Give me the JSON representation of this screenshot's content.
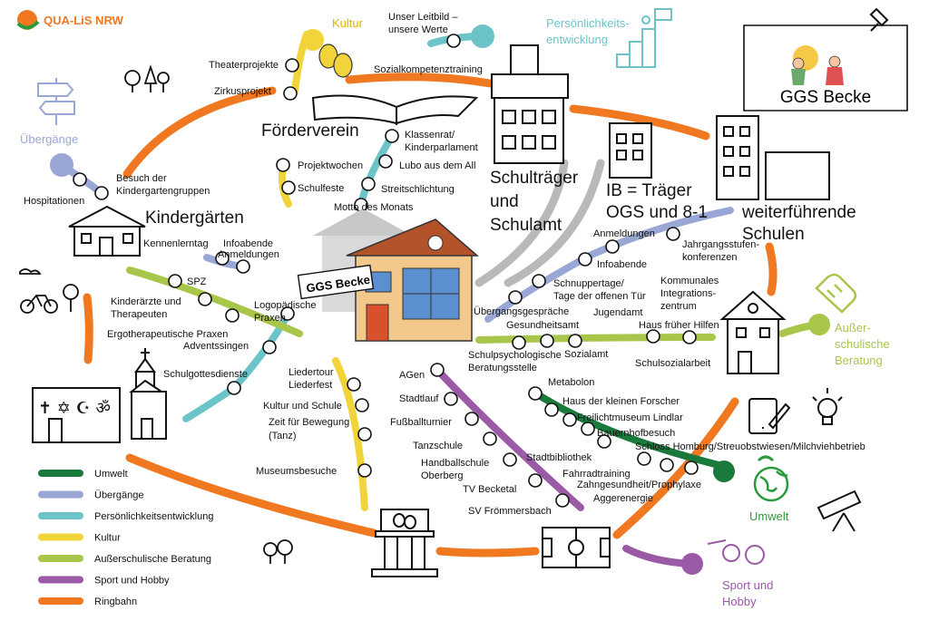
{
  "logo": {
    "text": "QUA-LiS NRW"
  },
  "colors": {
    "umwelt": "#1a7a3c",
    "uebergaenge": "#9aa6d6",
    "persoenlichkeit": "#6cc4c8",
    "kultur": "#f1d43a",
    "beratung": "#a8c64a",
    "sport": "#9a5aa6",
    "ringbahn": "#f07820"
  },
  "categories": {
    "kultur": "Kultur",
    "persoenlichkeit_1": "Persönlichkeits-",
    "persoenlichkeit_2": "entwicklung",
    "uebergaenge": "Übergänge",
    "beratung_1": "Außer-",
    "beratung_2": "schulische",
    "beratung_3": "Beratung",
    "umwelt": "Umwelt",
    "sport_1": "Sport und",
    "sport_2": "Hobby"
  },
  "titles": {
    "school_card": "GGS Becke",
    "school_center": "GGS Becke",
    "foerderverein": "Förderverein",
    "kindergaerten": "Kindergärten",
    "schultraeger_1": "Schulträger",
    "schultraeger_2": "und",
    "schultraeger_3": "Schulamt",
    "ib_1": "IB = Träger",
    "ib_2": "OGS und 8-1",
    "weiter_1": "weiterführende",
    "weiter_2": "Schulen"
  },
  "labels": {
    "leitbild_1": "Unser Leitbild –",
    "leitbild_2": "unsere Werte",
    "sozialkompetenz": "Sozialkompetenztraining",
    "theater": "Theaterprojekte",
    "zirkus": "Zirkusprojekt",
    "klassenrat_1": "Klassenrat/",
    "klassenrat_2": "Kinderparlament",
    "lubo": "Lubo aus dem All",
    "projektwochen": "Projektwochen",
    "schulfeste": "Schulfeste",
    "streitschlichtung": "Streitschlichtung",
    "motto": "Motto des Monats",
    "besuch_1": "Besuch der",
    "besuch_2": "Kindergartengruppen",
    "hospitationen": "Hospitationen",
    "kennenlerntag": "Kennenlerntag",
    "infoabende_kg": "Infoabende",
    "anmeldungen_kg": "Anmeldungen",
    "spz": "SPZ",
    "kinderaerzte_1": "Kinderärzte und",
    "kinderaerzte_2": "Therapeuten",
    "logopaedische_1": "Logopädische",
    "logopaedische_2": "Praxen",
    "ergotherapeutische": "Ergotherapeutische Praxen",
    "adventssingen": "Adventssingen",
    "schulgottesdienste": "Schulgottesdienste",
    "liedertour_1": "Liedertour",
    "liedertour_2": "Liederfest",
    "kultur_schule": "Kultur und Schule",
    "zeit_bewegung_1": "Zeit für Bewegung",
    "zeit_bewegung_2": "(Tanz)",
    "museumsbesuche": "Museumsbesuche",
    "anmeldungen_ws": "Anmeldungen",
    "jahrgang_1": "Jahrgangsstufen-",
    "jahrgang_2": "konferenzen",
    "infoabende_ws": "Infoabende",
    "schnupper_1": "Schnuppertage/",
    "schnupper_2": "Tage der offenen Tür",
    "kommunal_1": "Kommunales",
    "kommunal_2": "Integrations-",
    "kommunal_3": "zentrum",
    "uebergangsgespraeche": "Übergangsgespräche",
    "jugendamt": "Jugendamt",
    "gesundheitsamt": "Gesundheitsamt",
    "haus_hilfen": "Haus früher Hilfen",
    "schulpsych_1": "Schulpsychologische",
    "schulpsych_2": "Beratungsstelle",
    "sozialamt": "Sozialamt",
    "schulsozialarbeit": "Schulsozialarbeit",
    "agen": "AGen",
    "stadtlauf": "Stadtlauf",
    "fussball": "Fußballturnier",
    "tanzschule": "Tanzschule",
    "handball_1": "Handballschule",
    "handball_2": "Oberberg",
    "becketal": "TV Becketal",
    "froemmersbach": "SV Frömmersbach",
    "metabolon": "Metabolon",
    "forscher": "Haus der kleinen Forscher",
    "freilicht": "Freilichtmuseum Lindlar",
    "bauernhof": "Bauernhofbesuch",
    "homburg": "Schloss Homburg/Streuobstwiesen/Milchviehbetrieb",
    "stadtbibliothek": "Stadtbibliothek",
    "fahrradtraining": "Fahrradtraining",
    "zahngesundheit": "Zahngesundheit/Prophylaxe",
    "aggerenergie": "Aggerenergie"
  },
  "legend": [
    {
      "label": "Umwelt",
      "color": "#1a7a3c"
    },
    {
      "label": "Übergänge",
      "color": "#9aa6d6"
    },
    {
      "label": "Persönlichkeitsentwicklung",
      "color": "#6cc4c8"
    },
    {
      "label": "Kultur",
      "color": "#f1d43a"
    },
    {
      "label": "Außerschulische Beratung",
      "color": "#a8c64a"
    },
    {
      "label": "Sport und Hobby",
      "color": "#9a5aa6"
    },
    {
      "label": "Ringbahn",
      "color": "#f07820"
    }
  ]
}
